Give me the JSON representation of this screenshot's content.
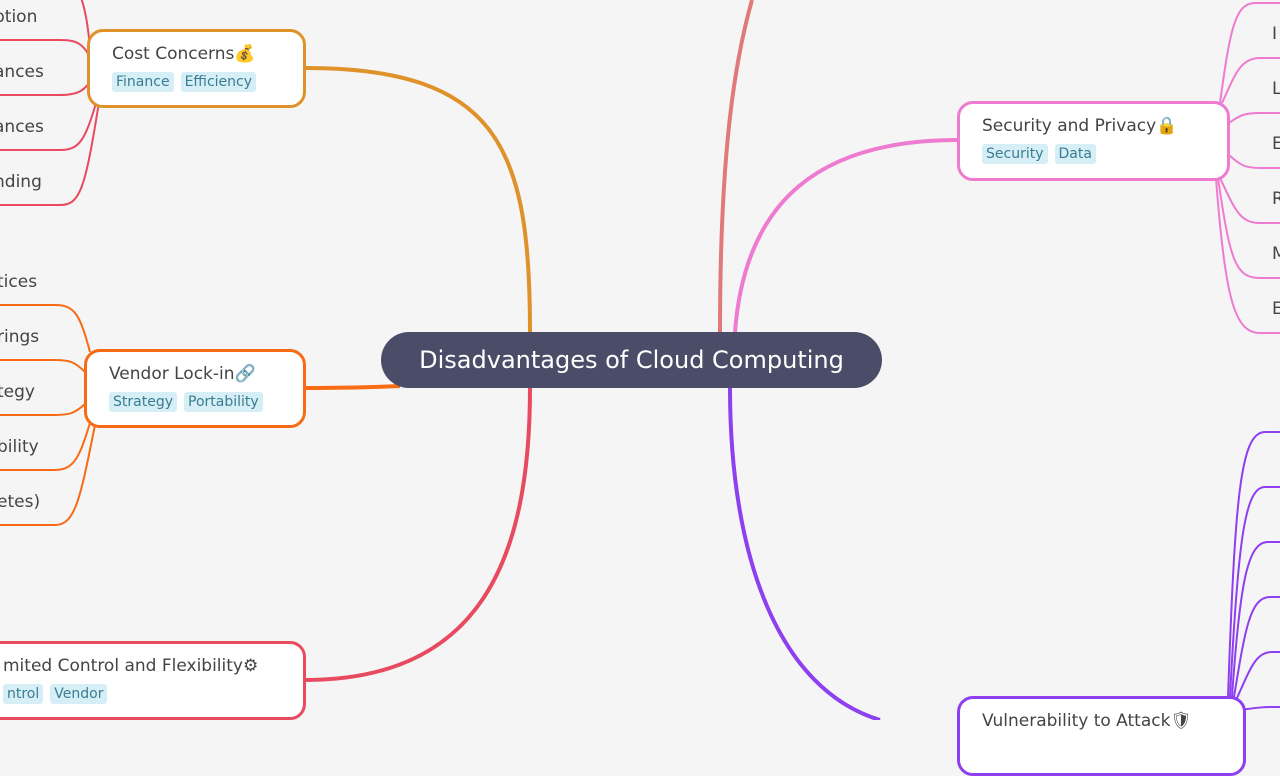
{
  "root": {
    "label": "Disadvantages of Cloud Computing",
    "color": "#4b4d68"
  },
  "branches": {
    "cost": {
      "title": "Cost Concerns",
      "icon": "money-bag-icon",
      "emoji": "💰",
      "tags": [
        "Finance",
        "Efficiency"
      ],
      "color": "#e0922a",
      "leaf_color": "#e84a5f",
      "leaves": [
        "ption",
        "ances",
        "ances",
        "nding"
      ]
    },
    "vendor": {
      "title": "Vendor Lock-in",
      "icon": "link-icon",
      "emoji": "🔗",
      "tags": [
        "Strategy",
        "Portability"
      ],
      "color": "#f76b15",
      "leaves": [
        "tices",
        "rings",
        "tegy",
        "bility",
        "etes)"
      ]
    },
    "control": {
      "title": "mited Control and Flexibility",
      "icon": "gear-icon",
      "emoji": "⚙",
      "tags": [
        "ntrol",
        "Vendor"
      ],
      "color": "#e84a5f"
    },
    "security": {
      "title": "Security and Privacy",
      "icon": "lock-icon",
      "emoji": "🔒",
      "tags": [
        "Security",
        "Data"
      ],
      "color": "#ee7bd0",
      "leaves": [
        "I",
        "L",
        "E",
        "R",
        "M",
        "E"
      ]
    },
    "vulnerability": {
      "title": "Vulnerability to Attack",
      "icon": "shield-icon",
      "emoji": "🛡",
      "color": "#8e3ff0"
    }
  },
  "extra_link_color": "#e07a7a"
}
